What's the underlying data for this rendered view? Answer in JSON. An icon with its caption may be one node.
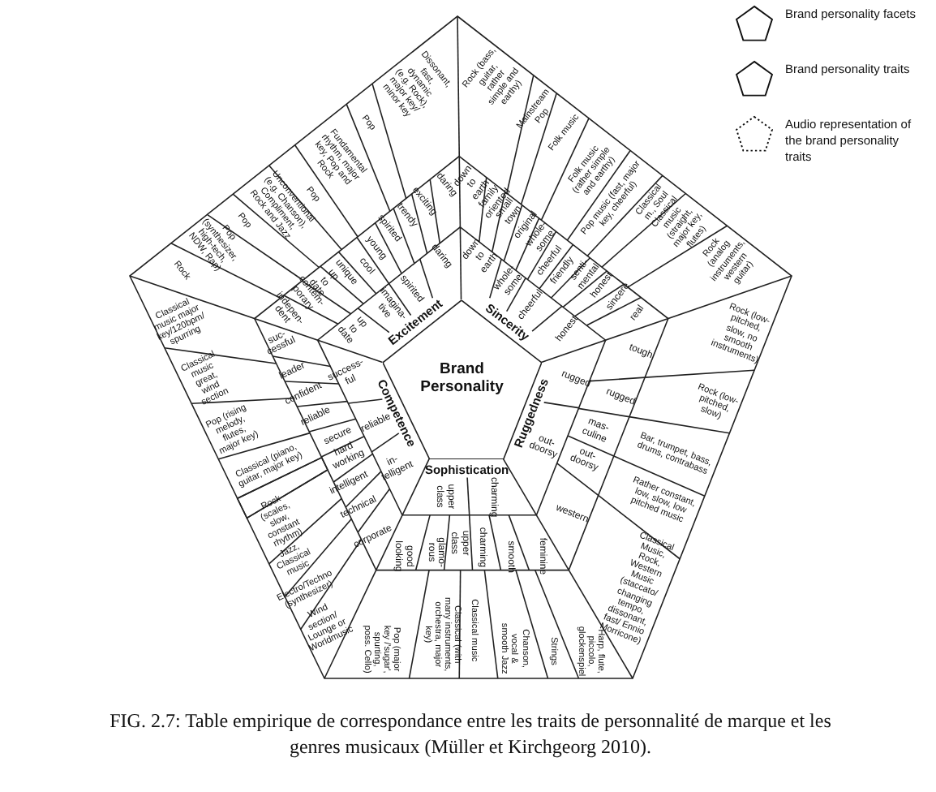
{
  "diagram": {
    "caption": "FIG. 2.7: Table empirique de correspondance entre les traits de personnalité de marque et les genres musicaux (Müller et Kirchgeorg 2010).",
    "nodes": [
      {
        "text": [
          "Brand Personality"
        ]
      },
      {
        "text": [
          "daring"
        ]
      },
      {
        "text": [
          "spirited"
        ]
      },
      {
        "text": [
          "imagina-tive"
        ]
      },
      {
        "text": [
          "up to date"
        ]
      },
      {
        "text": [
          "daring"
        ]
      },
      {
        "text": [
          "exciting"
        ]
      },
      {
        "text": [
          "trendy"
        ]
      },
      {
        "text": [
          "spirited"
        ]
      },
      {
        "text": [
          "young"
        ]
      },
      {
        "text": [
          "cool"
        ]
      },
      {
        "text": [
          "unique"
        ]
      },
      {
        "text": [
          "up to date"
        ]
      },
      {
        "text": [
          "contem-porary"
        ]
      },
      {
        "text": [
          "indepen-dent"
        ]
      },
      {
        "text": [
          "Dissonant, fast, dynamic (e.g. Rock), major key/ minor key"
        ]
      },
      {
        "text": [
          "Pop"
        ]
      },
      {
        "text": [
          "Fundamental rhythm, major key, Pop and Rock"
        ]
      },
      {
        "text": [
          "Pop"
        ]
      },
      {
        "text": [
          "Unconventional (e.g. Chanson), Compliment, Rock and Jazz"
        ]
      },
      {
        "text": [
          "Pop"
        ]
      },
      {
        "text": [
          "Pop (synthesizer, high-tech, NDW, Rap)"
        ]
      },
      {
        "text": [
          "Rock"
        ]
      },
      {
        "text": [
          "down to earth"
        ]
      },
      {
        "text": [
          "whole-some"
        ]
      },
      {
        "text": [
          "cheerful"
        ]
      },
      {
        "text": [
          "honest"
        ]
      },
      {
        "text": [
          "down to earth"
        ]
      },
      {
        "text": [
          "family oriented"
        ]
      },
      {
        "text": [
          "small town"
        ]
      },
      {
        "text": [
          "original"
        ]
      },
      {
        "text": [
          "whole-some"
        ]
      },
      {
        "text": [
          "cheerful"
        ]
      },
      {
        "text": [
          "friendly"
        ]
      },
      {
        "text": [
          "senti-mental"
        ]
      },
      {
        "text": [
          "honest"
        ]
      },
      {
        "text": [
          "sincere"
        ]
      },
      {
        "text": [
          "real"
        ]
      },
      {
        "text": [
          "Rock (bass, guitar, rather simple and earthy)"
        ]
      },
      {
        "text": [
          "Mainstream Pop"
        ]
      },
      {
        "text": [
          "Folk music"
        ]
      },
      {
        "text": [
          "Folk music (rather simple and earthy)"
        ]
      },
      {
        "text": [
          "Pop music (fast, major key, cheerful)"
        ]
      },
      {
        "text": [
          "Classical m., Soul"
        ]
      },
      {
        "text": [
          "Classical music (straight, major key, flutes)"
        ]
      },
      {
        "text": [
          "Rock (analog instruments, western guitar)"
        ]
      },
      {
        "text": [
          "rugged"
        ]
      },
      {
        "text": [
          "out-doorsy"
        ]
      },
      {
        "text": [
          "tough"
        ]
      },
      {
        "text": [
          "rugged"
        ]
      },
      {
        "text": [
          "mas-culine"
        ]
      },
      {
        "text": [
          "out-doorsy"
        ]
      },
      {
        "text": [
          "western"
        ]
      },
      {
        "text": [
          "Rock (low-pitched, slow, no smooth instruments)"
        ]
      },
      {
        "text": [
          "Rock (low-pitched, slow)"
        ]
      },
      {
        "text": [
          "Bar, trumpet, bass, drums, contrabass"
        ]
      },
      {
        "text": [
          "Rather constant, low, slow, low pitched music"
        ]
      },
      {
        "text": [
          "Classical Music, Rock, Western Music (staccato/ changing tempo, dissonant, fast/ Ennio Morricone)"
        ]
      },
      {
        "text": [
          "upper class"
        ]
      },
      {
        "text": [
          "charming"
        ]
      },
      {
        "text": [
          "good looking"
        ]
      },
      {
        "text": [
          "glamo-rous"
        ]
      },
      {
        "text": [
          "upper class"
        ]
      },
      {
        "text": [
          "charming"
        ]
      },
      {
        "text": [
          "smooth"
        ]
      },
      {
        "text": [
          "feminine"
        ]
      },
      {
        "text": [
          "Pop (major key /'sugar', spurting, poss. Cello)"
        ]
      },
      {
        "text": [
          "Classical (with many instruments, orchestra, major key)"
        ]
      },
      {
        "text": [
          "Classical music"
        ]
      },
      {
        "text": [
          "Chanson, vocal & smooth Jazz"
        ]
      },
      {
        "text": [
          "Strings"
        ]
      },
      {
        "text": [
          "Harp, flute, piccolo, glockenspiel"
        ]
      },
      {
        "text": [
          "success-ful"
        ]
      },
      {
        "text": [
          "reliable"
        ]
      },
      {
        "text": [
          "in-telligent"
        ]
      },
      {
        "text": [
          "suc-cessful"
        ]
      },
      {
        "text": [
          "leader"
        ]
      },
      {
        "text": [
          "confident"
        ]
      },
      {
        "text": [
          "reliable"
        ]
      },
      {
        "text": [
          "secure"
        ]
      },
      {
        "text": [
          "hard working"
        ]
      },
      {
        "text": [
          "intelligent"
        ]
      },
      {
        "text": [
          "technical"
        ]
      },
      {
        "text": [
          "corporate"
        ]
      },
      {
        "text": [
          "Classical music major key/120bpm/ spurring"
        ]
      },
      {
        "text": [
          "Classical music great, wind section"
        ]
      },
      {
        "text": [
          "Pop (rising melody, flutes, major key)"
        ]
      },
      {
        "text": [
          "Classical (piano, guitar, major key)"
        ]
      },
      {
        "text": [],
        "shape": "box"
      },
      {
        "text": [
          "Rock (scales, slow, constant rhythm)"
        ]
      },
      {
        "text": [
          "Jazz, Classical music"
        ]
      },
      {
        "text": [
          "Electro/Techno (synthesizer)"
        ]
      },
      {
        "text": [
          "Wind section/ Lounge or Worldmusic"
        ]
      }
    ],
    "labels": [
      "Excitement",
      "Sincerity",
      "Competence",
      "Ruggedness",
      "Sophistication"
    ],
    "legend": [
      {
        "text": "Brand personality facets"
      },
      {
        "text": "Brand personality traits"
      },
      {
        "text": "Audio representation of the brand personality traits"
      }
    ]
  }
}
